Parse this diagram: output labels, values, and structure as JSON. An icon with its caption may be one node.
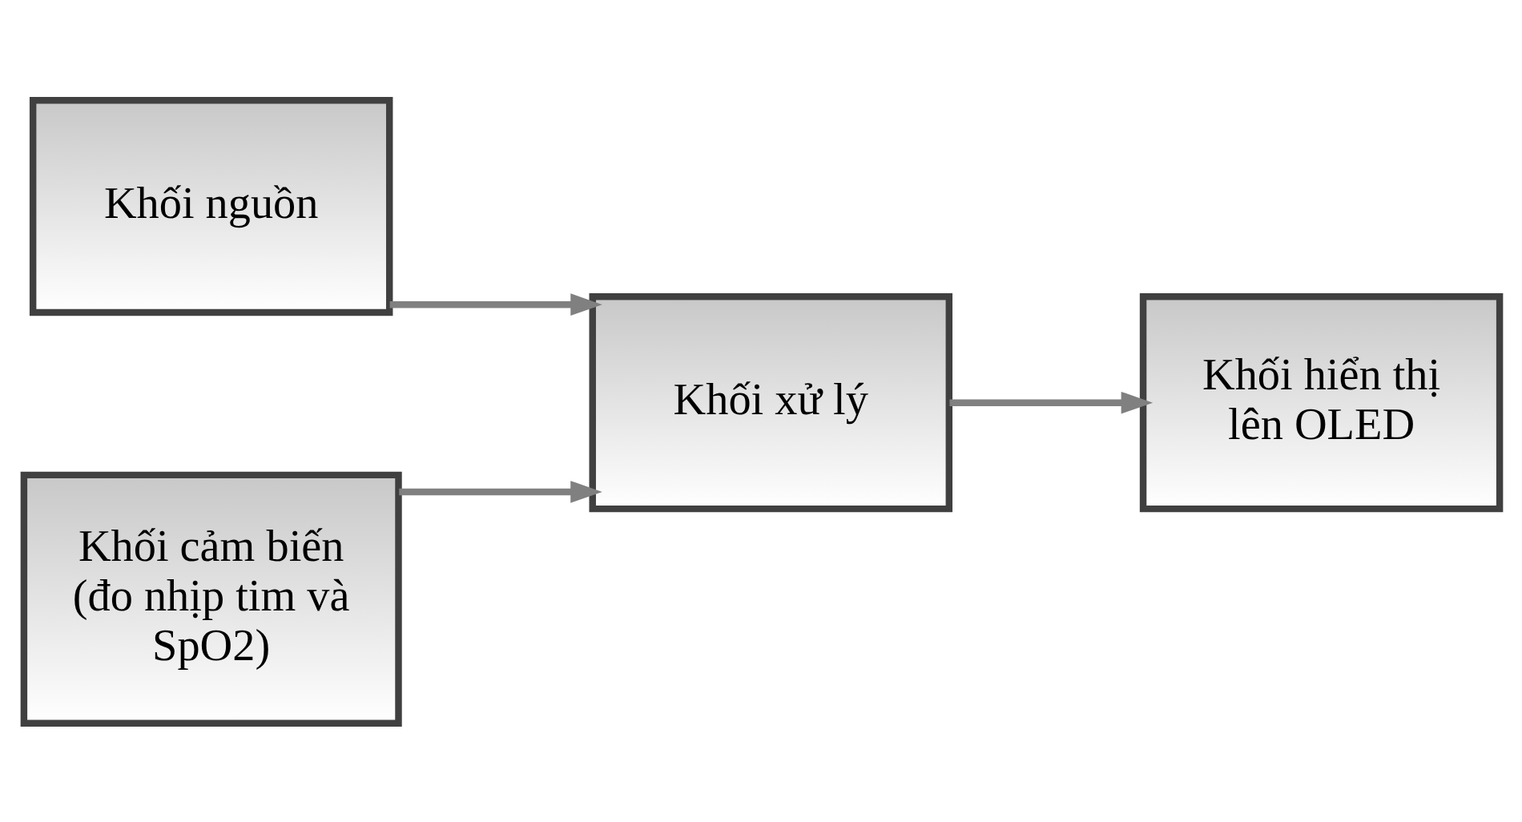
{
  "diagram": {
    "nodes": [
      {
        "text": [
          "Khối nguồn"
        ]
      },
      {
        "text": [
          "Khối hiển thị lên OLED"
        ]
      },
      {
        "text": [
          "Khối xử lý"
        ]
      },
      {
        "text": [
          "Khối cảm biến (đo nhịp tim và SpO2)"
        ]
      }
    ],
    "edges": [
      {
        "from": 0,
        "to": 2,
        "arrow": "to"
      },
      {
        "from": 3,
        "to": 2,
        "arrow": "to"
      },
      {
        "from": 2,
        "to": 1,
        "arrow": "to"
      }
    ]
  }
}
